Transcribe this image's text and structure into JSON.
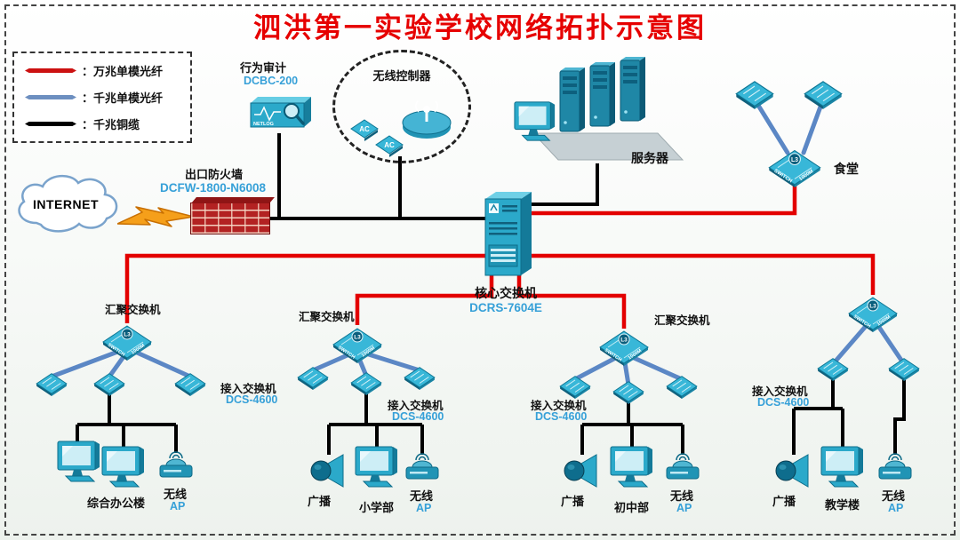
{
  "title": "泗洪第一实验学校网络拓扑示意图",
  "colors": {
    "title_red": "#e60000",
    "fiber_10g_red": "#e30000",
    "fiber_1g_blue": "#5b87c5",
    "copper_black": "#000000",
    "device_teal": "#2ba9ca",
    "model_text_blue": "#36a0d8"
  },
  "legend": {
    "items": [
      {
        "label": "：万兆单模光纤"
      },
      {
        "label": "：千兆单模光纤"
      },
      {
        "label": "：千兆铜缆"
      }
    ]
  },
  "internet": {
    "label": "INTERNET"
  },
  "firewall": {
    "name": "出口防火墙",
    "model": "DCFW-1800-N6008"
  },
  "audit": {
    "name": "行为审计",
    "model": "DCBC-200",
    "device_text": "NETLOG"
  },
  "wireless_controller": {
    "name": "无线控制器",
    "ac_text": "AC"
  },
  "servers": {
    "name": "服务器"
  },
  "cafeteria": {
    "name": "食堂"
  },
  "core_switch": {
    "name": "核心交换机",
    "model": "DCRS-7604E"
  },
  "device_texts": {
    "switch_top": "SWITCH",
    "switch_speed": "1000M",
    "l3": "L3"
  },
  "groups": [
    {
      "agg_label": "汇聚交换机",
      "access_label": "接入交换机",
      "access_model": "DCS-4600",
      "devices": [
        {
          "label": "综合办公楼"
        },
        {
          "label": "无线",
          "label2": "AP"
        }
      ]
    },
    {
      "agg_label": "汇聚交换机",
      "access_label": "接入交换机",
      "access_model": "DCS-4600",
      "devices": [
        {
          "label": "广播"
        },
        {
          "label": "小学部"
        },
        {
          "label": "无线",
          "label2": "AP"
        }
      ]
    },
    {
      "agg_label": "汇聚交换机",
      "access_label": "接入交换机",
      "access_model": "DCS-4600",
      "devices": [
        {
          "label": "广播"
        },
        {
          "label": "初中部"
        },
        {
          "label": "无线",
          "label2": "AP"
        }
      ]
    },
    {
      "access_label": "接入交换机",
      "access_model": "DCS-4600",
      "devices": [
        {
          "label": "广播"
        },
        {
          "label": "教学楼"
        },
        {
          "label": "无线",
          "label2": "AP"
        }
      ]
    }
  ]
}
